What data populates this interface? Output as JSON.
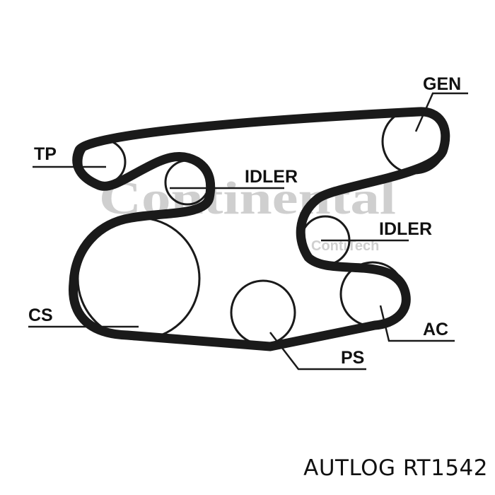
{
  "watermark": {
    "brand": "Continental",
    "sub": "ContiTech"
  },
  "labels": {
    "gen": "GEN",
    "tp": "TP",
    "idler_top": "IDLER",
    "idler_right": "IDLER",
    "cs": "CS",
    "ac": "AC",
    "ps": "PS"
  },
  "caption": "AUTLOG RT1542",
  "colors": {
    "belt": "#1a1a1a",
    "watermark": "#cfcfcf"
  }
}
